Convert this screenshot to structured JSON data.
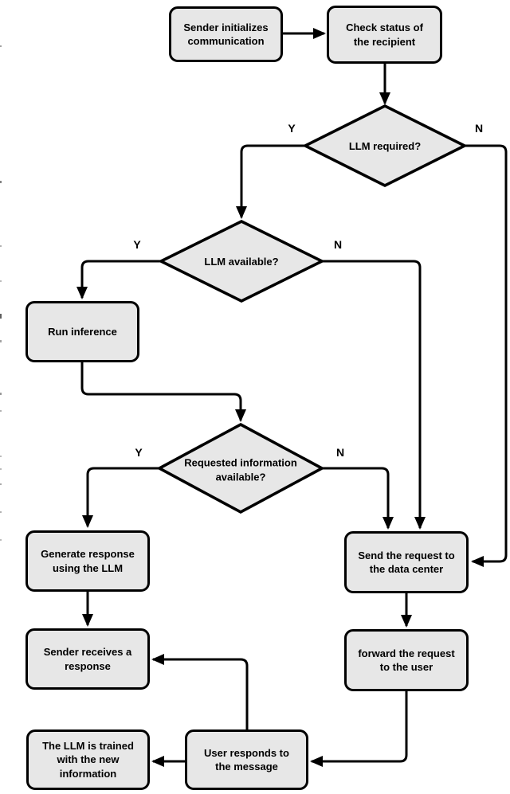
{
  "colors": {
    "background": "#ffffff",
    "node_fill": "#e7e7e7",
    "node_stroke": "#000000",
    "text": "#000000"
  },
  "nodes": {
    "sender_init": {
      "label": "Sender initializes\ncommunication"
    },
    "check_status": {
      "label": "Check status of\nthe recipient"
    },
    "run_inference": {
      "label": "Run inference"
    },
    "generate_response": {
      "label": "Generate response\nusing the LLM"
    },
    "send_request": {
      "label": "Send the request to\nthe data center"
    },
    "sender_receives": {
      "label": "Sender receives a\nresponse"
    },
    "forward_request": {
      "label": "forward the request\nto the user"
    },
    "llm_trained": {
      "label": "The LLM is trained\nwith the new\ninformation"
    },
    "user_responds": {
      "label": "User responds to\nthe message"
    }
  },
  "decisions": {
    "llm_required": {
      "label": "LLM required?",
      "yes": "Y",
      "no": "N"
    },
    "llm_available": {
      "label": "LLM available?",
      "yes": "Y",
      "no": "N"
    },
    "info_available": {
      "label": "Requested information\navailable?",
      "yes": "Y",
      "no": "N"
    }
  }
}
